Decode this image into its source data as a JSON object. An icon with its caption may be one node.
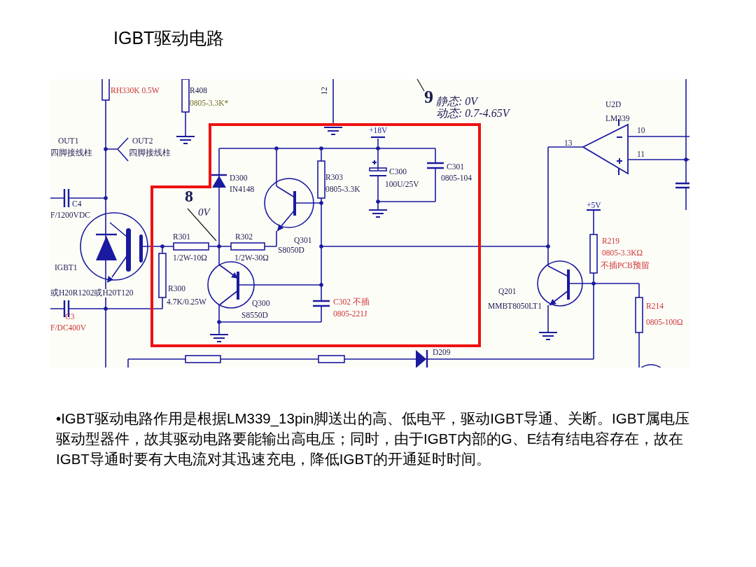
{
  "diagram": {
    "title": "IGBT驱动电路",
    "caption": "•IGBT驱动电路作用是根据LM339_13pin脚送出的高、低电平，驱动IGBT导通、关断。IGBT属电压驱动型器件，故其驱动电路要能输出高电压；同时，由于IGBT内部的G、E结有结电容存在，故在IGBT导通时要有大电流对其迅速充电，降低IGBT的开通延时时间。",
    "nodes": [
      {
        "text": [
          "9"
        ]
      },
      {
        "text": [
          "8"
        ]
      }
    ],
    "edges": [
      {
        "from": 0,
        "to": null,
        "arrow": "none"
      },
      {
        "from": 1,
        "to": null,
        "arrow": "none"
      }
    ],
    "labels": [
      "RH330K 0.5W",
      "R408",
      "0805-3.3K*",
      "12",
      "静态: 0V",
      "动态: 0.7-4.65V",
      "U2D",
      "LM339",
      "10",
      "+18V",
      "13",
      "OUT1",
      "四脚接线柱",
      "OUT2",
      "四脚接线柱",
      "D300",
      "IN4148",
      "R303",
      "0805-3.3K",
      "C300",
      "100U/25V",
      "C301",
      "0805-104",
      "11",
      "0V",
      "C4",
      "F/1200VDC",
      "+5V",
      "R301",
      "R302",
      "Q301",
      "S8050D",
      "R219",
      "0805-3.3KΩ",
      "不插PCB预留",
      "1/2W-10Ω",
      "1/2W-30Ω",
      "IGBT1",
      "R300",
      "Q201",
      "R214",
      "或H20R1202或H20T120",
      "4.7K/0.25W",
      "MMBT8050LT1",
      "C302 不插",
      "Q300",
      "C3",
      "S8550D",
      "0805-221J",
      "0805-100Ω",
      "F/DC400V",
      "D209"
    ]
  }
}
